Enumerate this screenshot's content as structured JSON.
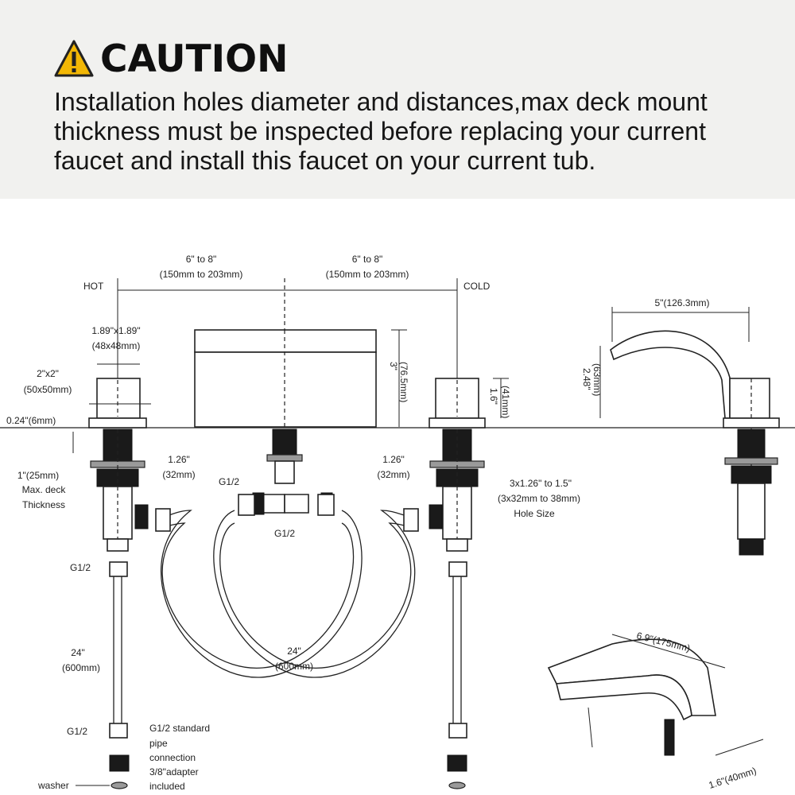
{
  "banner": {
    "icon": "warning-triangle-icon",
    "title": "CAUTION",
    "text": "Installation holes diameter and distances,max deck mount thickness must be inspected before replacing your current faucet and install this faucet on your current tub.",
    "background": "#f1f1ef",
    "accent": "#f2b705"
  },
  "diagram": {
    "hot": "HOT",
    "cold": "COLD",
    "spacing_left": [
      "6\" to 8\"",
      "(150mm to 203mm)"
    ],
    "spacing_right": [
      "6\" to 8\"",
      "(150mm to 203mm)"
    ],
    "handle_size": [
      "1.89\"x1.89\"",
      "(48x48mm)"
    ],
    "escutcheon_size": [
      "2\"x2\"",
      "(50x50mm)"
    ],
    "plate_thickness": "0.24\"(6mm)",
    "deck_thickness": [
      "1\"(25mm)",
      "Max. deck",
      "Thickness"
    ],
    "nut_left": [
      "1.26\"",
      "(32mm)"
    ],
    "nut_right": [
      "1.26\"",
      "(32mm)"
    ],
    "spout_height": [
      "3\"",
      "(76.5mm)"
    ],
    "handle_height": [
      "1.6\"",
      "(41mm)"
    ],
    "side_height": [
      "2.48\"",
      "(63mm)"
    ],
    "side_length": "5\"(126.3mm)",
    "hole_size": [
      "3x1.26\" to 1.5\"",
      "(3x32mm to 38mm)",
      "Hole Size"
    ],
    "g12_center_top": "G1/2",
    "g12_tee": "G1/2",
    "g12_left_top": "G1/2",
    "g12_left_bottom": "G1/2",
    "hose_left": [
      "24\"",
      "(600mm)"
    ],
    "hose_center": [
      "24\"",
      "(600mm)"
    ],
    "pipe_note": [
      "G1/2 standard",
      "pipe",
      "connection",
      "3/8\"adapter",
      "included"
    ],
    "washer": "washer",
    "spout_width": "6.9\"(175mm)",
    "spout_depth": "1.6\"(40mm)"
  }
}
